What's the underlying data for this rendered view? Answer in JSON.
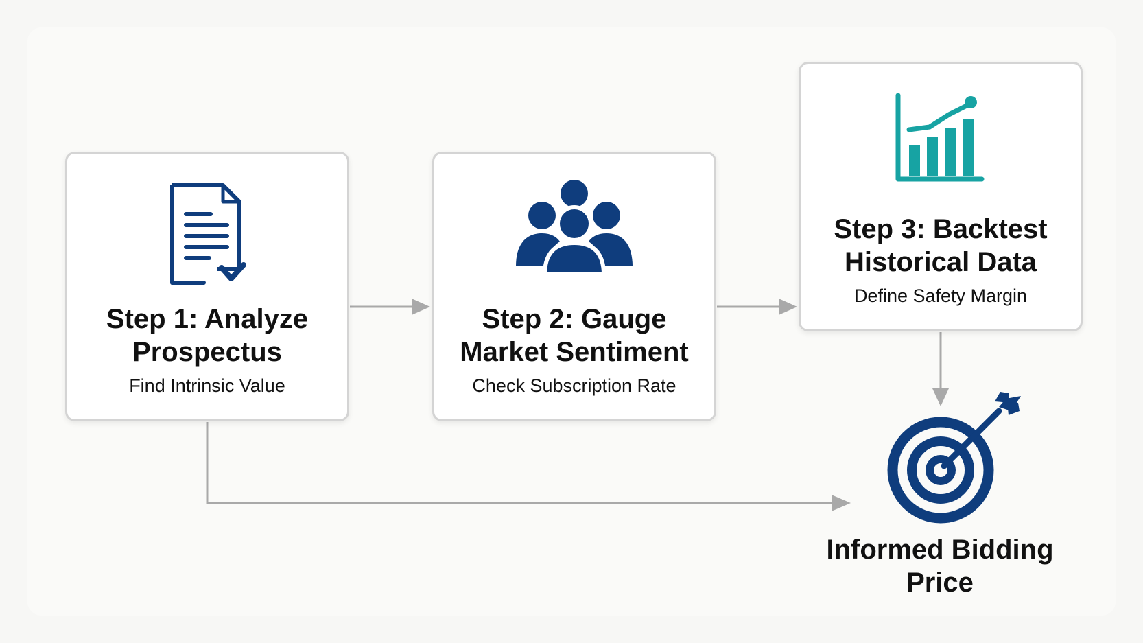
{
  "steps": [
    {
      "title": "Step 1: Analyze Prospectus",
      "subtitle": "Find Intrinsic Value",
      "icon": "document-check-icon"
    },
    {
      "title": "Step 2: Gauge Market Sentiment",
      "subtitle": "Check Subscription Rate",
      "icon": "people-group-icon"
    },
    {
      "title": "Step 3: Backtest Historical Data",
      "subtitle": "Define Safety Margin",
      "icon": "bar-chart-trend-icon"
    }
  ],
  "goal": {
    "label": "Informed Bidding Price",
    "icon": "target-arrow-icon"
  },
  "colors": {
    "navy": "#0f3d7d",
    "teal": "#17a3a3",
    "connector": "#a9a9a9",
    "card_border": "#d4d4d4",
    "text": "#111111"
  }
}
